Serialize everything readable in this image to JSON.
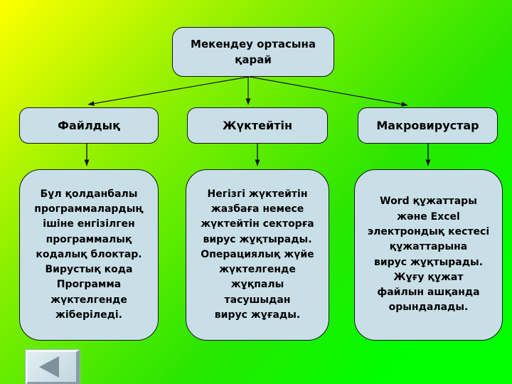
{
  "slide": {
    "background_gradient_from": "#ffff00",
    "background_gradient_to": "#00ff00",
    "box_fill": "#c9dfe7",
    "box_border": "#14141e"
  },
  "diagram": {
    "root_label": "Мекендеу ортасына\nқарай",
    "categories": [
      {
        "label": "Файлдық",
        "description": "Бұл қолданбалы\nпрограммалардың\nішіне енгізілген\nпрограммалық\nкодалық блоктар.\nВирустық кода\nПрограмма\nжүктелгенде\nжіберіледі."
      },
      {
        "label": "Жүктейтін",
        "description": "Негізгі жүктейтін\nжазбаға немесе\nжүктейтін секторға\nвирус жұқтырады.\nОперациялық жүйе\nжүктелгенде\nжұқпалы\nтасушыдан\nвирус жұғады."
      },
      {
        "label": "Макровирустар",
        "description": "Word құжаттары\nжәне Excel\nэлектрондық кестесі\nқұжаттарына\nвирус жұқтырады.\nЖұғу құжат\nфайлын ашқанда\nорындалады."
      }
    ]
  },
  "nav": {
    "back_icon": "left-triangle"
  }
}
